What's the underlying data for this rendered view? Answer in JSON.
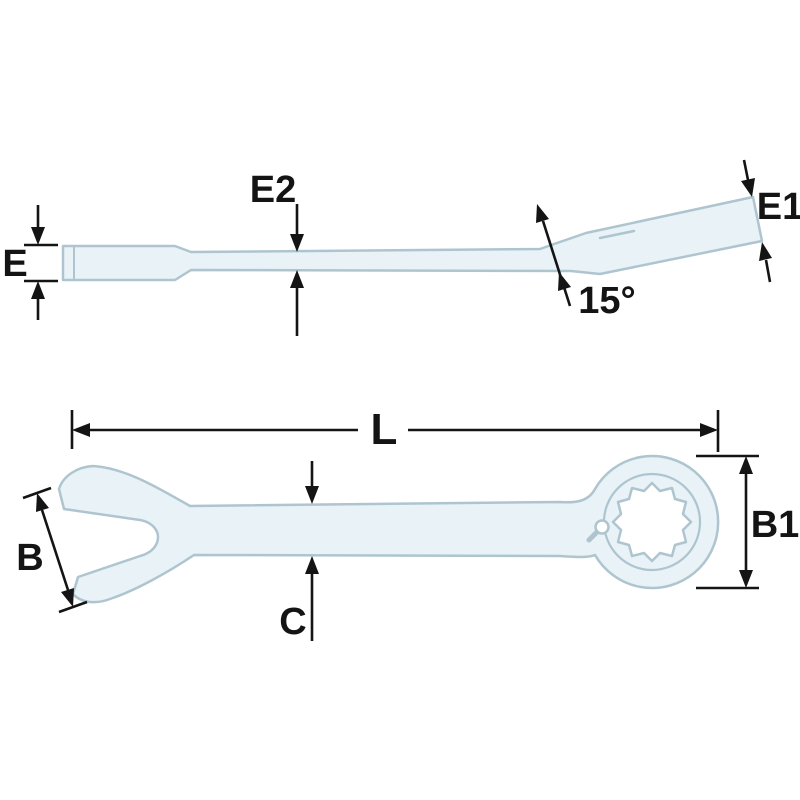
{
  "diagram": {
    "type": "technical-drawing",
    "subject": "ratcheting combination wrench dimensional diagram, side view and top view",
    "colors": {
      "background": "#ffffff",
      "body_fill": "#e8f2f7",
      "body_stroke": "#aec5cf",
      "dimension": "#141414"
    },
    "side_view": {
      "labels": {
        "e": "E",
        "e2": "E2",
        "e1": "E1",
        "angle": "15°"
      }
    },
    "top_view": {
      "labels": {
        "l": "L",
        "b": "B",
        "c": "C",
        "b1": "B1"
      }
    }
  }
}
